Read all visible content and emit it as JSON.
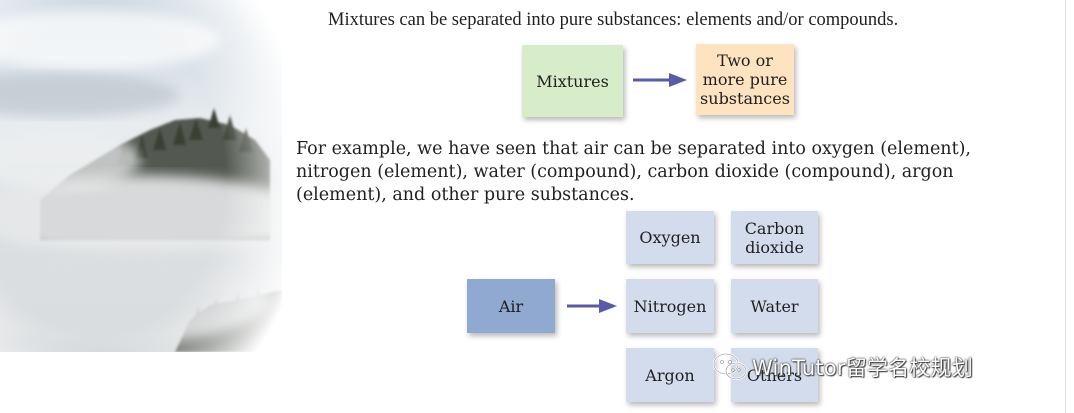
{
  "intro_text": "Mixtures can be separated into pure substances: elements and/or compounds.",
  "diagram1": {
    "from": "Mixtures",
    "to_lines": [
      "Two or",
      "more pure",
      "substances"
    ]
  },
  "example_lines": [
    "For example, we have seen that air can be separated into oxygen (element),",
    "nitrogen (element), water (compound), carbon dioxide (compound), argon",
    "(element), and other pure substances."
  ],
  "diagram2": {
    "source": "Air",
    "oxygen": "Oxygen",
    "carbon_lines": [
      "Carbon",
      "dioxide"
    ],
    "nitrogen": "Nitrogen",
    "water": "Water",
    "argon": "Argon",
    "others": "Others"
  },
  "watermark": {
    "text": "WinTutor留学名校规划",
    "icon": "wechat-icon"
  },
  "colors": {
    "arrow": "#5a5aa8",
    "mixtures_box": "#d7ecc8",
    "pure_box": "#fde3c0",
    "air_box": "#8fa9d1",
    "element_box": "#d3dcec"
  }
}
